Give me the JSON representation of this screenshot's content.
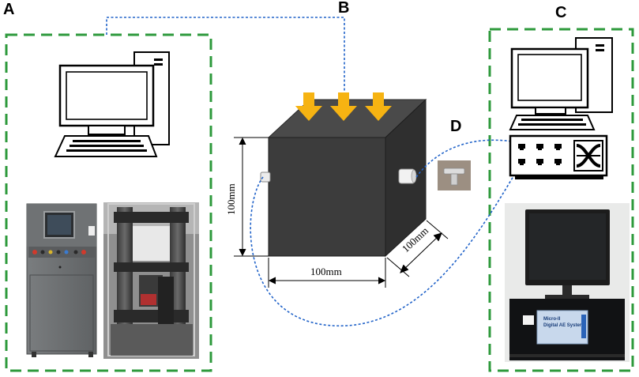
{
  "panels": {
    "a": "A",
    "b": "B",
    "c": "C",
    "d": "D"
  },
  "dimensions": {
    "height": "100mm",
    "width": "100mm",
    "depth": "100mm"
  },
  "ae_system_label": {
    "line1": "Micro-II",
    "line2": "Digital AE System"
  },
  "colors": {
    "panel_border": "#2e9a3c",
    "cable": "#2163c9",
    "load_arrow": "#f6b312",
    "specimen": "#3c3c3c"
  },
  "icons": [
    "computer-icon",
    "load-arrow-icon",
    "acoustic-sensor-icon",
    "ae-acquisition-unit-icon"
  ]
}
